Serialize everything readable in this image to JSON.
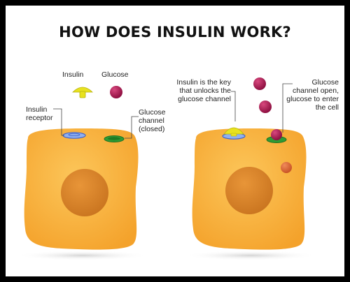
{
  "title": "HOW DOES INSULIN WORK?",
  "legend": {
    "insulin": "Insulin",
    "glucose": "Glucose"
  },
  "left_cell": {
    "receptor_label": "Insulin\nreceptor",
    "channel_label": "Glucose\nchannel\n(closed)"
  },
  "right_cell": {
    "key_label": "Insulin is the key\nthat unlocks the\nglucose channel",
    "open_label": "Glucose\nchannel open,\nglucose to enter\nthe cell"
  },
  "colors": {
    "cell": "#fbb13a",
    "nucleus": "#d9852a",
    "insulin": "#e8e21f",
    "glucose": "#a8184f",
    "glucose_inside": "#e06a3a",
    "receptor": "#6b8fe0",
    "channel": "#2f9b34"
  }
}
